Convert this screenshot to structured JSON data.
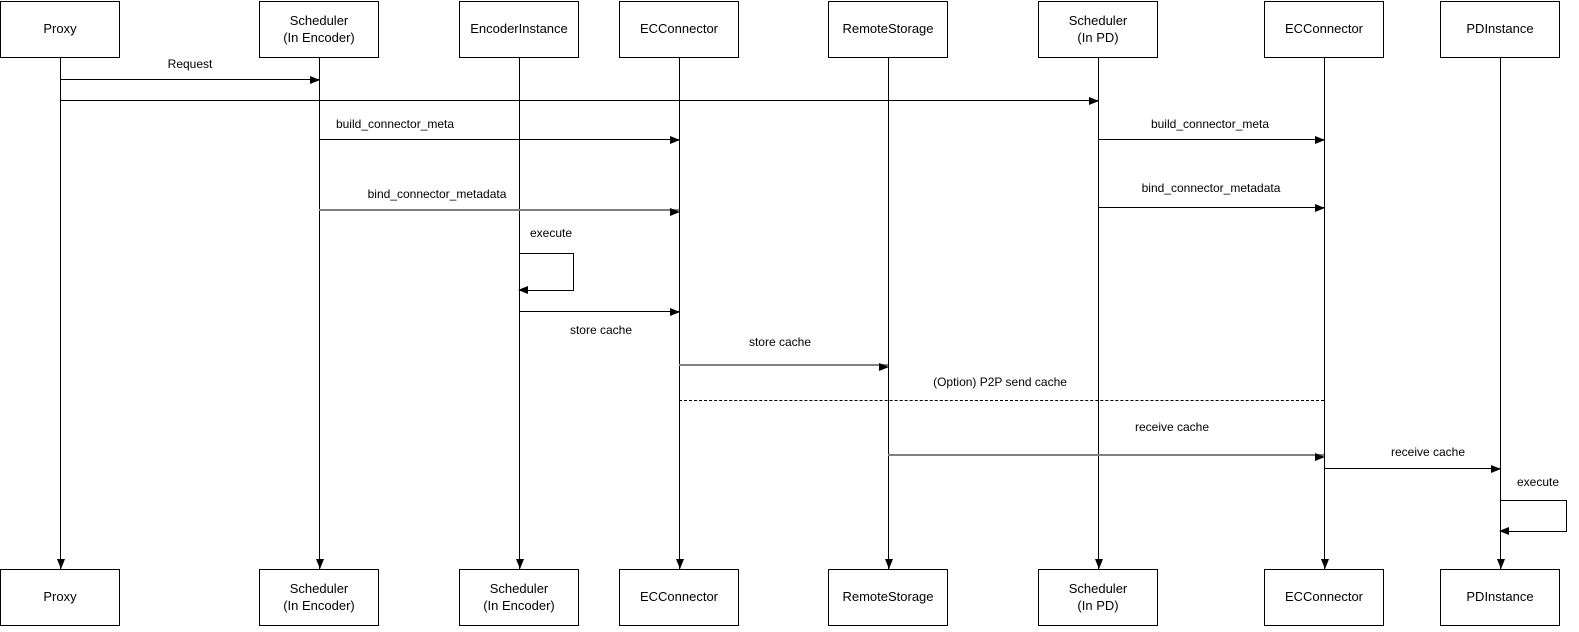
{
  "diagram": {
    "type": "sequence-diagram",
    "background": "#ffffff",
    "colors": {
      "primary_line": "#000000",
      "secondary_line": "#808080",
      "box_border": "#000000",
      "box_background": "#ffffff",
      "text": "#000000"
    }
  },
  "participants": {
    "top": [
      {
        "id": "proxy",
        "label": "Proxy"
      },
      {
        "id": "scheduler-encoder",
        "label": "Scheduler\n(In Encoder)"
      },
      {
        "id": "encoder-instance",
        "label": "EncoderInstance"
      },
      {
        "id": "ec-connector",
        "label": "ECConnector"
      },
      {
        "id": "remote-storage",
        "label": "RemoteStorage"
      },
      {
        "id": "scheduler-pd",
        "label": "Scheduler\n(In PD)"
      },
      {
        "id": "ec-connector-pd",
        "label": "ECConnector"
      },
      {
        "id": "pd-instance",
        "label": "PDInstance"
      }
    ],
    "bottom": [
      {
        "id": "proxy",
        "label": "Proxy"
      },
      {
        "id": "scheduler-encoder",
        "label": "Scheduler\n(In Encoder)"
      },
      {
        "id": "scheduler-encoder-2",
        "label": "Scheduler\n(In Encoder)"
      },
      {
        "id": "ec-connector",
        "label": "ECConnector"
      },
      {
        "id": "remote-storage",
        "label": "RemoteStorage"
      },
      {
        "id": "scheduler-pd",
        "label": "Scheduler\n(In PD)"
      },
      {
        "id": "ec-connector-pd",
        "label": "ECConnector"
      },
      {
        "id": "pd-instance",
        "label": "PDInstance"
      }
    ]
  },
  "messages": [
    {
      "label": "Request",
      "from": "Proxy",
      "to": "Scheduler (In Encoder)",
      "line": "solid",
      "color": "#000000"
    },
    {
      "label": "",
      "from": "Proxy",
      "to": "Scheduler (In PD)",
      "line": "solid",
      "color": "#000000"
    },
    {
      "label": "build_connector_meta",
      "from": "Scheduler (In Encoder)",
      "to": "ECConnector",
      "line": "solid",
      "color": "#000000"
    },
    {
      "label": "build_connector_meta",
      "from": "Scheduler (In PD)",
      "to": "ECConnector (PD side)",
      "line": "solid",
      "color": "#000000"
    },
    {
      "label": "bind_connector_metadata",
      "from": "Scheduler (In Encoder)",
      "to": "ECConnector",
      "line": "solid",
      "color": "#808080"
    },
    {
      "label": "bind_connector_metadata",
      "from": "Scheduler (In PD)",
      "to": "ECConnector (PD side)",
      "line": "solid",
      "color": "#000000"
    },
    {
      "label": "execute",
      "from": "EncoderInstance",
      "to": "EncoderInstance",
      "line": "self-loop",
      "color": "#000000"
    },
    {
      "label": "store cache",
      "from": "EncoderInstance",
      "to": "ECConnector",
      "line": "solid",
      "color": "#000000"
    },
    {
      "label": "store cache",
      "from": "ECConnector",
      "to": "RemoteStorage",
      "line": "solid",
      "color": "#808080"
    },
    {
      "label": "(Option) P2P send cache",
      "from": "ECConnector",
      "to": "ECConnector (PD side)",
      "line": "dashed",
      "color": "#000000"
    },
    {
      "label": "receive cache",
      "from": "RemoteStorage",
      "to": "ECConnector (PD side)",
      "line": "solid",
      "color": "#808080"
    },
    {
      "label": "receive cache",
      "from": "ECConnector (PD side)",
      "to": "PDInstance",
      "line": "solid",
      "color": "#000000"
    },
    {
      "label": "execute",
      "from": "PDInstance",
      "to": "PDInstance",
      "line": "self-loop",
      "color": "#000000"
    }
  ]
}
